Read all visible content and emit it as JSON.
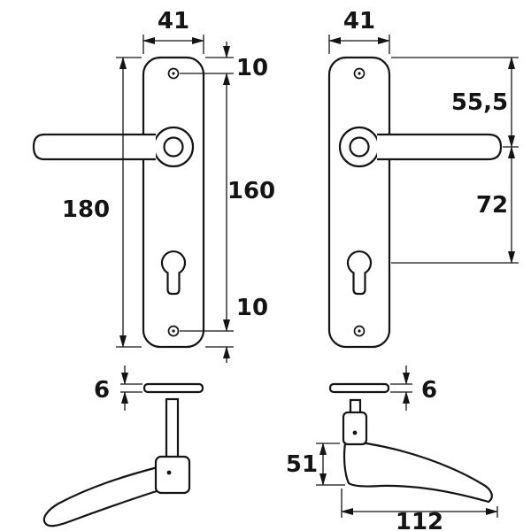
{
  "dims": {
    "front_left": {
      "plate_width": "41",
      "top_hole_offset": "10",
      "hole_spacing": "160",
      "plate_height": "180",
      "bottom_hole_offset": "10",
      "rose_thickness": "6"
    },
    "front_right": {
      "plate_width": "41",
      "top_to_handle_center": "55,5",
      "handle_to_cylinder": "72",
      "rose_thickness": "6"
    },
    "side_right": {
      "handle_depth": "51",
      "handle_length": "112"
    }
  }
}
